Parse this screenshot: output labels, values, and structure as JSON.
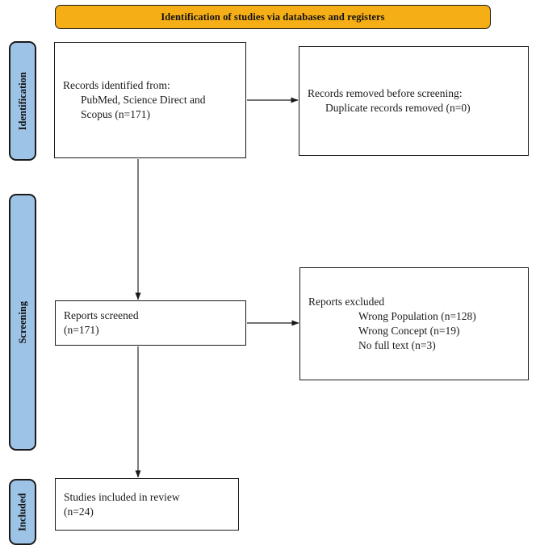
{
  "diagram": {
    "title": "Identification of studies via databases and registers",
    "type": "prisma-flow-diagram",
    "colors": {
      "banner_fill": "#f5ae16",
      "stage_fill": "#9dc3e6",
      "box_fill": "#ffffff",
      "stroke": "#1a1a1a"
    }
  },
  "stages": [
    {
      "id": "identification",
      "label": "Identification"
    },
    {
      "id": "screening",
      "label": "Screening"
    },
    {
      "id": "included",
      "label": "Included"
    }
  ],
  "boxes": {
    "records_identified": {
      "lines": [
        "Records identified from:",
        "PubMed, Science Direct and",
        "Scopus (n=171)"
      ],
      "count": 171
    },
    "records_removed": {
      "lines": [
        "Records removed before screening:",
        "Duplicate records removed (n=0)"
      ],
      "count": 0
    },
    "reports_screened": {
      "lines": [
        "Reports screened",
        "(n=171)"
      ],
      "count": 171
    },
    "reports_excluded": {
      "lines": [
        "Reports excluded",
        "Wrong Population (n=128)",
        "Wrong Concept (n=19)",
        "No full text (n=3)"
      ],
      "reasons": [
        {
          "reason": "Wrong Population",
          "count": 128
        },
        {
          "reason": "Wrong Concept",
          "count": 19
        },
        {
          "reason": "No full text",
          "count": 3
        }
      ]
    },
    "studies_included": {
      "lines": [
        "Studies included in review",
        "(n=24)"
      ],
      "count": 24
    }
  },
  "connectors": [
    {
      "id": "identified-to-removed",
      "from": "records_identified",
      "to": "records_removed",
      "direction": "horizontal"
    },
    {
      "id": "identified-to-screened",
      "from": "records_identified",
      "to": "reports_screened",
      "direction": "vertical"
    },
    {
      "id": "screened-to-excluded",
      "from": "reports_screened",
      "to": "reports_excluded",
      "direction": "horizontal"
    },
    {
      "id": "screened-to-included",
      "from": "reports_screened",
      "to": "studies_included",
      "direction": "vertical"
    }
  ]
}
